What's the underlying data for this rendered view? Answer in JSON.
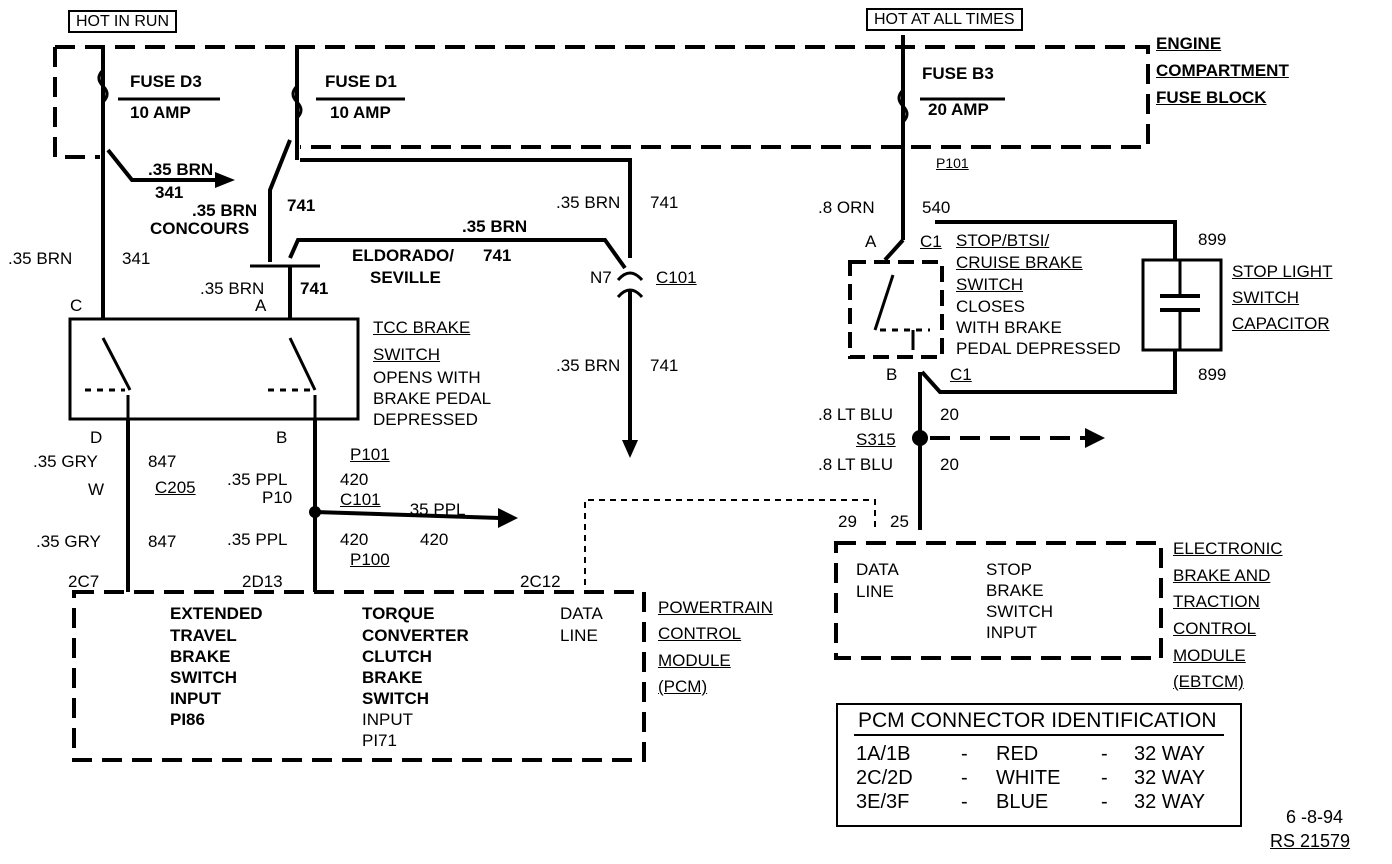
{
  "power": {
    "hot_in_run": "HOT IN RUN",
    "hot_at_all_times": "HOT AT ALL TIMES"
  },
  "fuse_block": {
    "label_line1": "ENGINE",
    "label_line2": "COMPARTMENT",
    "label_line3": "FUSE BLOCK",
    "fuse_d3_name": "FUSE D3",
    "fuse_d3_rating": "10 AMP",
    "fuse_d1_name": "FUSE D1",
    "fuse_d1_rating": "10 AMP",
    "fuse_b3_name": "FUSE B3",
    "fuse_b3_rating": "20 AMP"
  },
  "wires": {
    "brn_341_right": ".35 BRN",
    "c341_right": "341",
    "brn_concours": ".35 BRN",
    "concours": "CONCOURS",
    "c741_a": "741",
    "brn_741_mid": ".35 BRN",
    "c741_mid": "741",
    "brn_741_top": ".35 BRN",
    "c741_top": "741",
    "eldorado": "ELDORADO/",
    "seville": "SEVILLE",
    "brn_341_left": ".35 BRN",
    "c341_left": "341",
    "brn_a": ".35 BRN",
    "c741_b": "741",
    "brn_741_low": ".35 BRN",
    "c741_low": "741",
    "gry_1": ".35 GRY",
    "c847_1": "847",
    "gry_2": ".35 GRY",
    "c847_2": "847",
    "ppl_1": ".35 PPL",
    "c420_1": "420",
    "ppl_2": ".35 PPL",
    "c420_2": "420",
    "ppl_right": ".35 PPL",
    "c420_right": "420",
    "orn": ".8 ORN",
    "c540": "540",
    "ltblu_1": ".8 LT BLU",
    "c20_1": "20",
    "ltblu_2": ".8 LT BLU",
    "c20_2": "20",
    "c899_top": "899",
    "c899_bot": "899"
  },
  "connectors": {
    "c_pin": "C",
    "a_pin": "A",
    "d_pin": "D",
    "b_pin": "B",
    "w_pin": "W",
    "p10": "P10",
    "n7": "N7",
    "c101_a": "C101",
    "c101_b": "C101",
    "c205": "C205",
    "p101_a": "P101",
    "p101_b": "P101",
    "p100": "P100",
    "a_c1": "A",
    "c1_top": "C1",
    "b_c1": "B",
    "c1_bot": "C1",
    "s315": "S315",
    "pin_29": "29",
    "pin_25": "25",
    "pin_2c7": "2C7",
    "pin_2d13": "2D13",
    "pin_2c12": "2C12"
  },
  "tcc_switch": {
    "title1": "TCC BRAKE",
    "title2": "SWITCH",
    "desc1": "OPENS WITH",
    "desc2": "BRAKE PEDAL",
    "desc3": "DEPRESSED"
  },
  "stop_switch": {
    "title1": "STOP/BTSI/",
    "title2": "CRUISE BRAKE",
    "title3": "SWITCH",
    "desc1": "CLOSES",
    "desc2": "WITH BRAKE",
    "desc3": "PEDAL DEPRESSED"
  },
  "capacitor": {
    "line1": "STOP LIGHT",
    "line2": "SWITCH",
    "line3": "CAPACITOR"
  },
  "pcm": {
    "label1": "POWERTRAIN",
    "label2": "CONTROL",
    "label3": "MODULE",
    "label4": "(PCM)",
    "in1_l1": "EXTENDED",
    "in1_l2": "TRAVEL",
    "in1_l3": "BRAKE",
    "in1_l4": "SWITCH",
    "in1_l5": "INPUT",
    "in1_l6": "PI86",
    "in2_l1": "TORQUE",
    "in2_l2": "CONVERTER",
    "in2_l3": "CLUTCH",
    "in2_l4": "BRAKE",
    "in2_l5": "SWITCH",
    "in2_l6": "INPUT",
    "in2_l7": "PI71",
    "data1": "DATA",
    "data2": "LINE"
  },
  "ebtcm": {
    "label1": "ELECTRONIC",
    "label2": "BRAKE AND",
    "label3": "TRACTION",
    "label4": "CONTROL",
    "label5": "MODULE",
    "label6": "(EBTCM)",
    "data1": "DATA",
    "data2": "LINE",
    "in_l1": "STOP",
    "in_l2": "BRAKE",
    "in_l3": "SWITCH",
    "in_l4": "INPUT"
  },
  "pcm_connector_table": {
    "title": "PCM CONNECTOR IDENTIFICATION",
    "rows": [
      {
        "id": "1A/1B",
        "color": "RED",
        "size": "32 WAY"
      },
      {
        "id": "2C/2D",
        "color": "WHITE",
        "size": "32 WAY"
      },
      {
        "id": "3E/3F",
        "color": "BLUE",
        "size": "32 WAY"
      }
    ],
    "dash": "-"
  },
  "footer": {
    "date": "6 -8-94",
    "ref": "RS 21579"
  }
}
